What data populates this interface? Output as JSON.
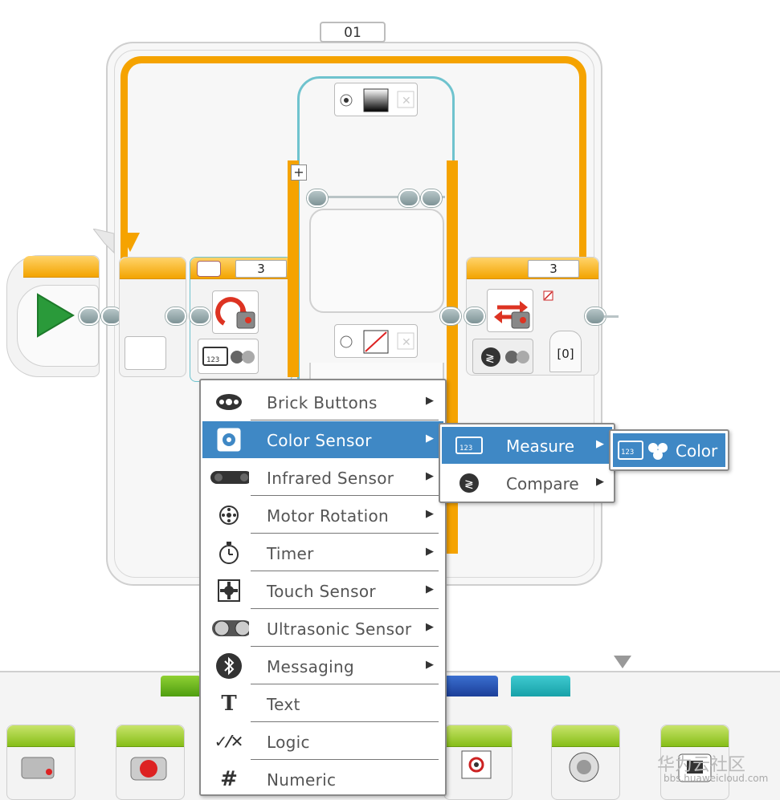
{
  "loop": {
    "label": "01"
  },
  "blocks": {
    "color_switch_value": "3",
    "loop_exit_value": "3",
    "output_value": "[0]"
  },
  "colors": {
    "accent_orange": "#f5a300",
    "switch_blue": "#6fc3ce",
    "menu_selected": "#3f88c5",
    "start_green": "#2a9a3a"
  },
  "menu": {
    "items": [
      {
        "label": "Brick Buttons",
        "icon": "brick-buttons-icon",
        "arrow": "▶"
      },
      {
        "label": "Color Sensor",
        "icon": "color-sensor-icon",
        "arrow": "▶",
        "selected": true
      },
      {
        "label": "Infrared Sensor",
        "icon": "infrared-sensor-icon",
        "arrow": "▶"
      },
      {
        "label": "Motor Rotation",
        "icon": "motor-rotation-icon",
        "arrow": "▶"
      },
      {
        "label": "Timer",
        "icon": "timer-icon",
        "arrow": "▶"
      },
      {
        "label": "Touch Sensor",
        "icon": "touch-sensor-icon",
        "arrow": "▶"
      },
      {
        "label": "Ultrasonic Sensor",
        "icon": "ultrasonic-sensor-icon",
        "arrow": "▶"
      },
      {
        "label": "Messaging",
        "icon": "bluetooth-icon",
        "arrow": "▶"
      },
      {
        "label": "Text",
        "icon": "text-icon",
        "arrow": ""
      },
      {
        "label": "Logic",
        "icon": "logic-icon",
        "arrow": ""
      },
      {
        "label": "Numeric",
        "icon": "numeric-icon",
        "arrow": ""
      }
    ],
    "glyphs": {
      "text": "T",
      "logic": "✓⁄✕",
      "numeric": "#"
    }
  },
  "submenu": {
    "items": [
      {
        "label": "Measure",
        "icon": "measure-icon",
        "arrow": "▶",
        "selected": true
      },
      {
        "label": "Compare",
        "icon": "compare-icon",
        "arrow": "▶"
      }
    ]
  },
  "submenu2": {
    "items": [
      {
        "label": "Color",
        "icon": "color-measure-icon"
      }
    ]
  },
  "watermark": {
    "line1": "华为云社区",
    "line2": "bbs.huaweicloud.com"
  }
}
